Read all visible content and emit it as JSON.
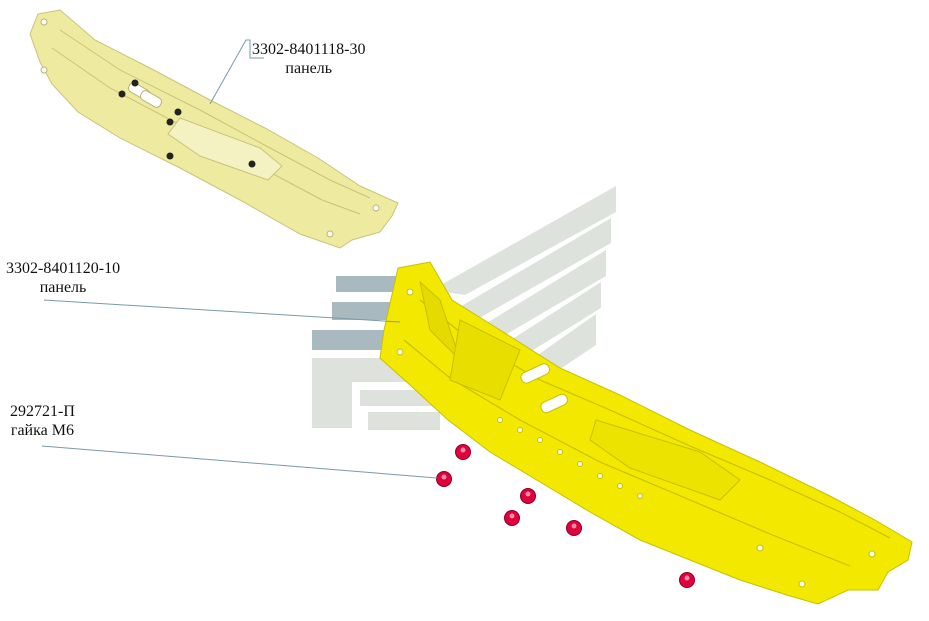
{
  "colors": {
    "panel_yellow": "#f2e800",
    "panel_pale": "#eeeba0",
    "nut_red": "#e0003c",
    "leader_line": "#7a9aa6",
    "watermark_grey": "#d7ddd7"
  },
  "watermark": {
    "icon": "gaz-logo-watermark"
  },
  "parts": [
    {
      "code": "3302-8401118-30",
      "name": "панель"
    },
    {
      "code": "3302-8401120-10",
      "name": "панель"
    },
    {
      "code": "292721-П",
      "name": "гайка М6"
    }
  ]
}
